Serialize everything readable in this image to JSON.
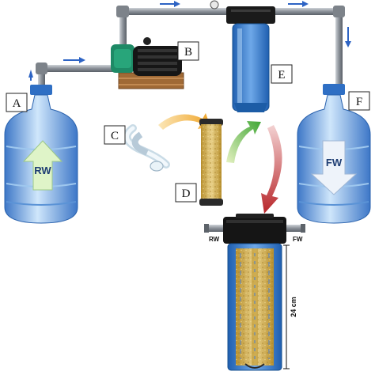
{
  "diagram": {
    "labels": {
      "a": "A",
      "b": "B",
      "c": "C",
      "d": "D",
      "e": "E",
      "f": "F"
    },
    "bottle_left_text": "RW",
    "bottle_right_text": "FW",
    "housing_inlet_text": "RW",
    "housing_outlet_text": "FW",
    "dimension_text": "24 cm"
  }
}
